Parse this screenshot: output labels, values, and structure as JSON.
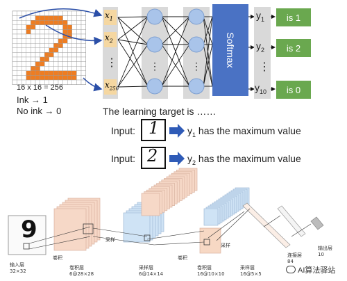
{
  "top": {
    "grid_caption": "16 x 16 = 256",
    "ink_line": "Ink → 1",
    "noink_line": "No ink → 0",
    "inputs": [
      "x",
      "x",
      "x"
    ],
    "input_subs": [
      "1",
      "2",
      "256"
    ],
    "softmax_label": "Softmax",
    "outputs": [
      {
        "y": "y",
        "sub": "1",
        "badge": "is 1"
      },
      {
        "y": "y",
        "sub": "2",
        "badge": "is 2"
      },
      {
        "y": "y",
        "sub": "10",
        "badge": "is 0"
      }
    ],
    "dots": "⋮"
  },
  "middle": {
    "learning_target": "The learning target is ……",
    "examples": [
      {
        "label": "Input:",
        "digit": "1",
        "y": "y",
        "sub": "1",
        "text": "has the maximum value"
      },
      {
        "label": "Input:",
        "digit": "2",
        "y": "y",
        "sub": "2",
        "text": "has the maximum value"
      }
    ]
  },
  "cnn": {
    "input_digit": "9",
    "layers": [
      {
        "name": "输入层",
        "dim": "32×32"
      },
      {
        "name": "卷积层",
        "dim": "6@28×28"
      },
      {
        "name": "采样层",
        "dim": "6@14×14"
      },
      {
        "name": "卷积层",
        "dim": "16@10×10"
      },
      {
        "name": "采样层",
        "dim": "16@5×5"
      },
      {
        "name": "连接层",
        "dim": "84"
      },
      {
        "name": "输出层",
        "dim": "10"
      }
    ],
    "ops": [
      "卷积",
      "采样",
      "卷积",
      "采样"
    ],
    "watermark": "AI算法驿站"
  },
  "colors": {
    "orange": "#ee7d22",
    "green": "#6aa84f",
    "softmax_blue": "#4a72c4",
    "node_blue": "#a9c4ea",
    "input_bg": "#f5d7a1",
    "panel_gray": "#d9d9d9"
  }
}
